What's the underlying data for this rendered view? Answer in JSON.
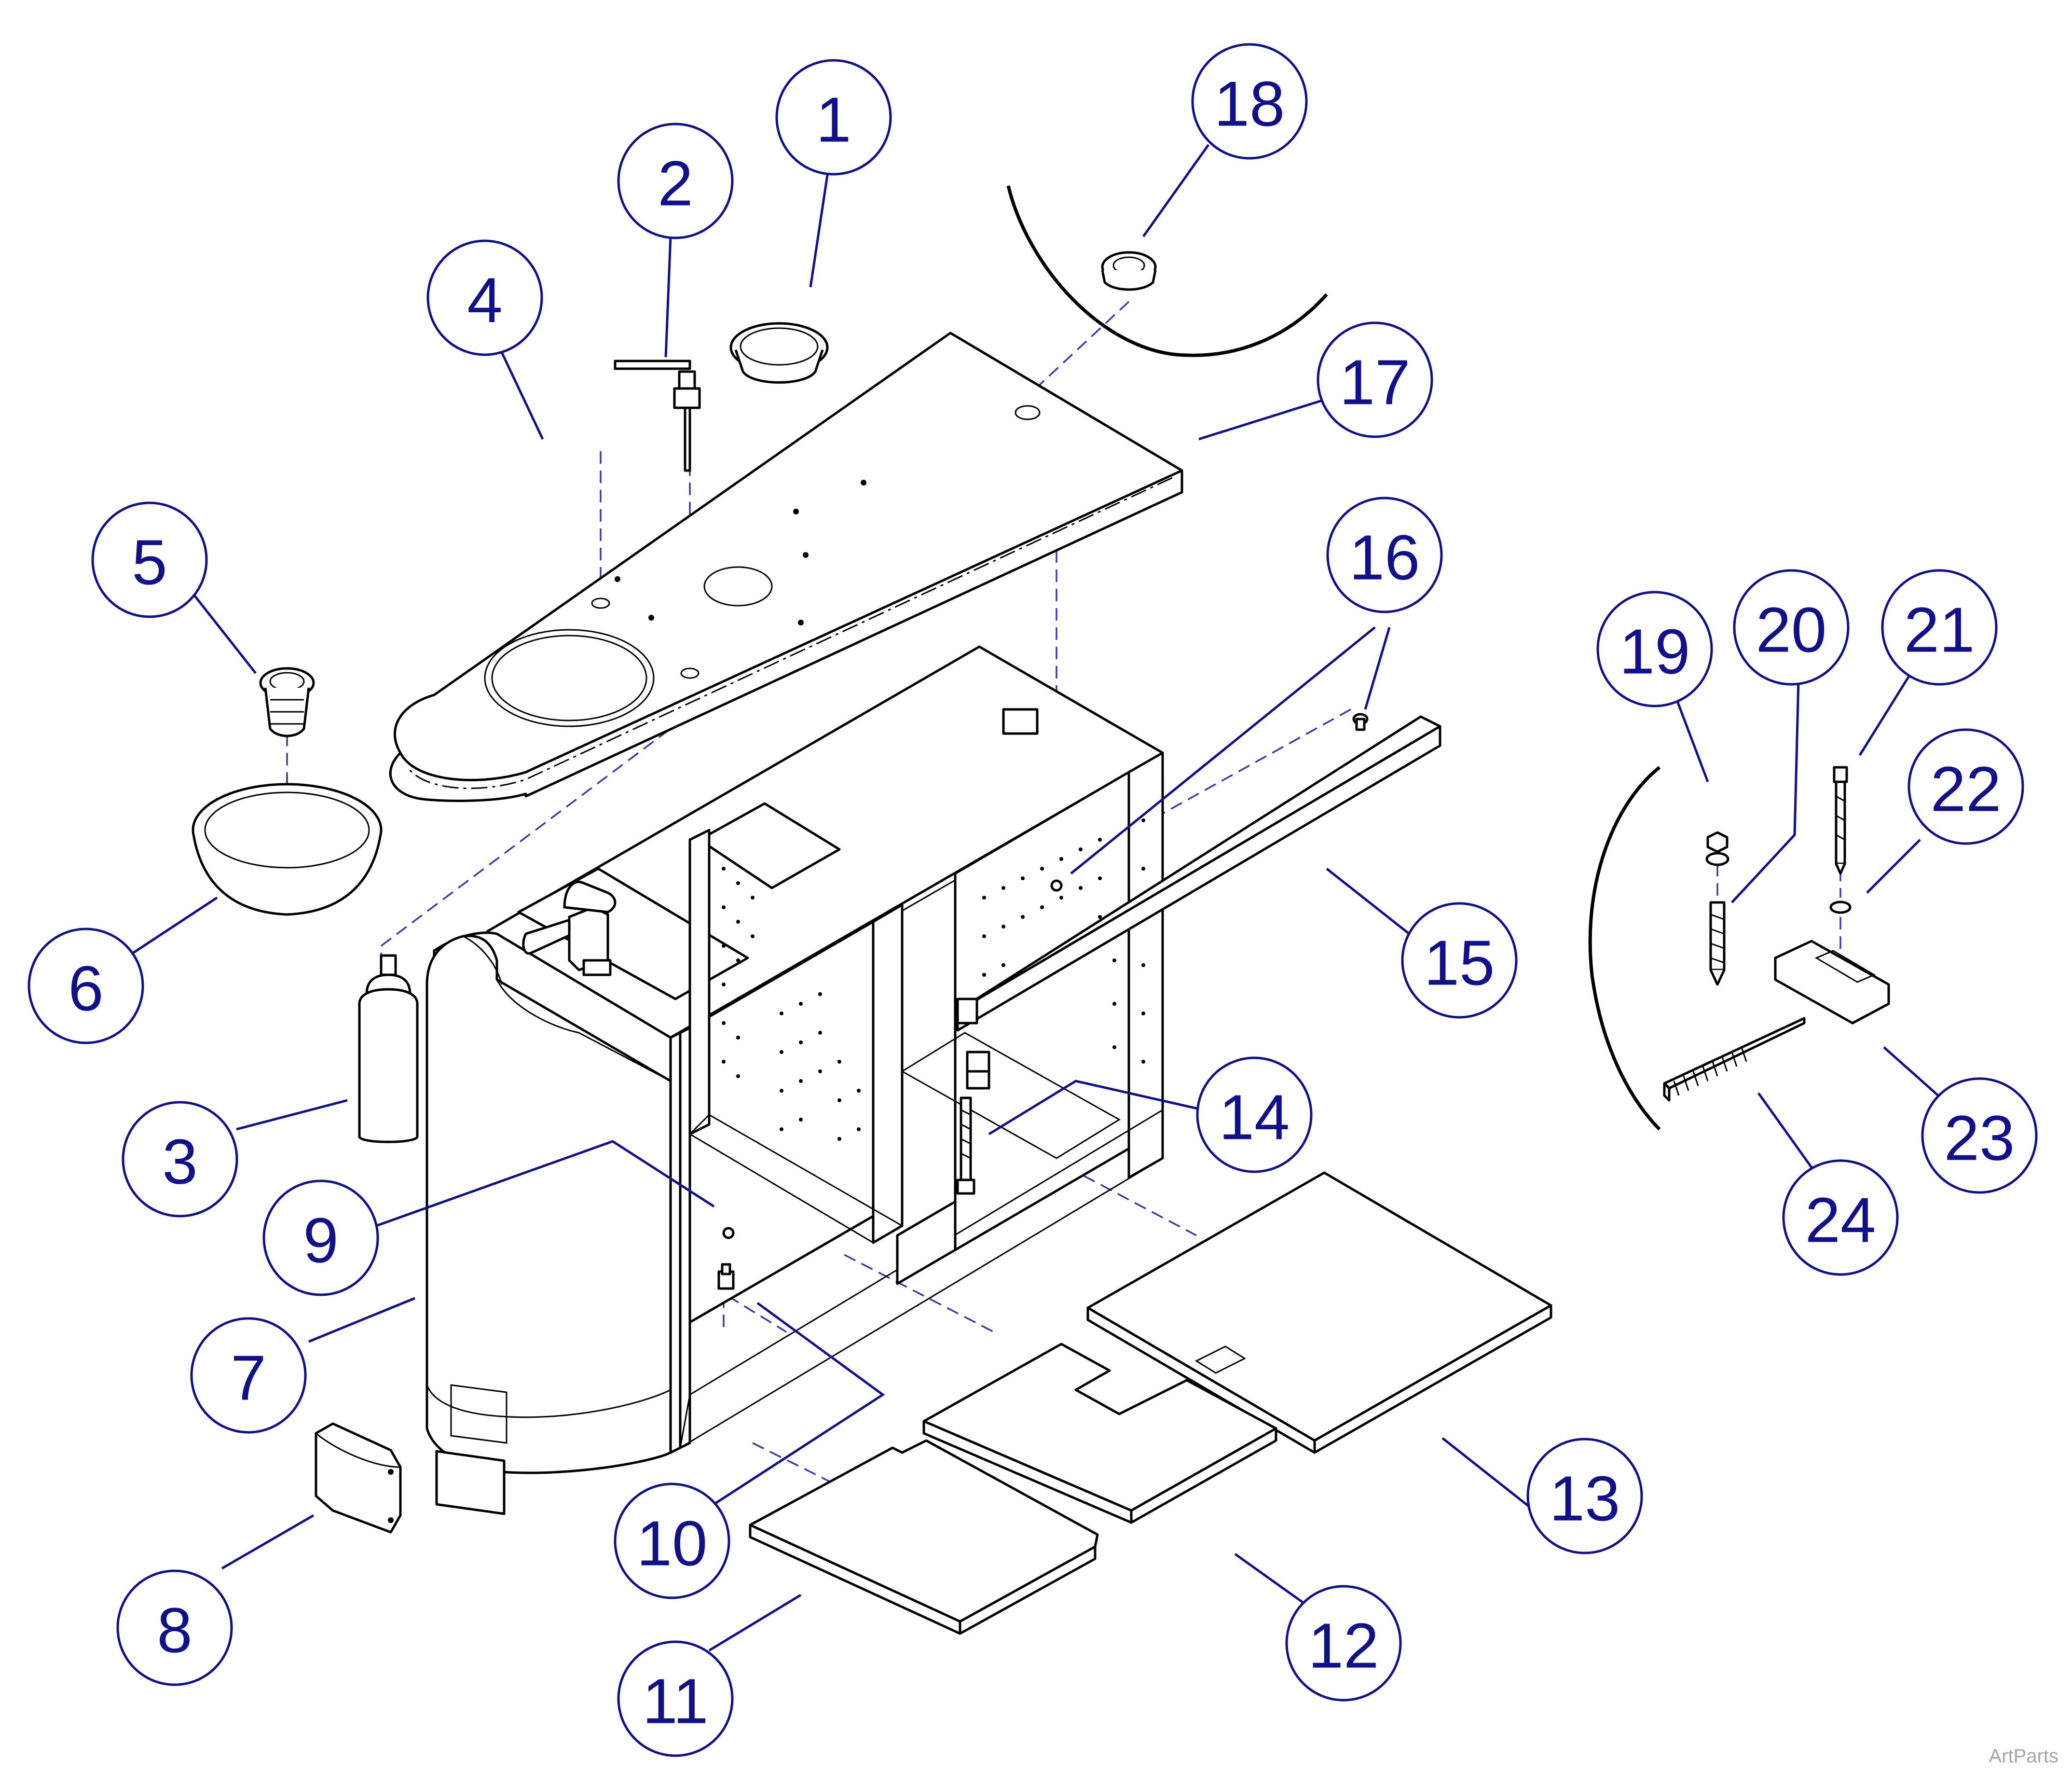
{
  "diagram": {
    "type": "exploded-parts-view",
    "line_color": "#000000",
    "callout_color": "#10108a",
    "dashed_line_color": "#3838a8",
    "callouts": [
      {
        "label": "1"
      },
      {
        "label": "2"
      },
      {
        "label": "3"
      },
      {
        "label": "4"
      },
      {
        "label": "5"
      },
      {
        "label": "6"
      },
      {
        "label": "7"
      },
      {
        "label": "8"
      },
      {
        "label": "9"
      },
      {
        "label": "10"
      },
      {
        "label": "11"
      },
      {
        "label": "12"
      },
      {
        "label": "13"
      },
      {
        "label": "14"
      },
      {
        "label": "15"
      },
      {
        "label": "16"
      },
      {
        "label": "17"
      },
      {
        "label": "18"
      },
      {
        "label": "19"
      },
      {
        "label": "20"
      },
      {
        "label": "21"
      },
      {
        "label": "22"
      },
      {
        "label": "23"
      },
      {
        "label": "24"
      }
    ]
  },
  "watermark": "ArtParts"
}
